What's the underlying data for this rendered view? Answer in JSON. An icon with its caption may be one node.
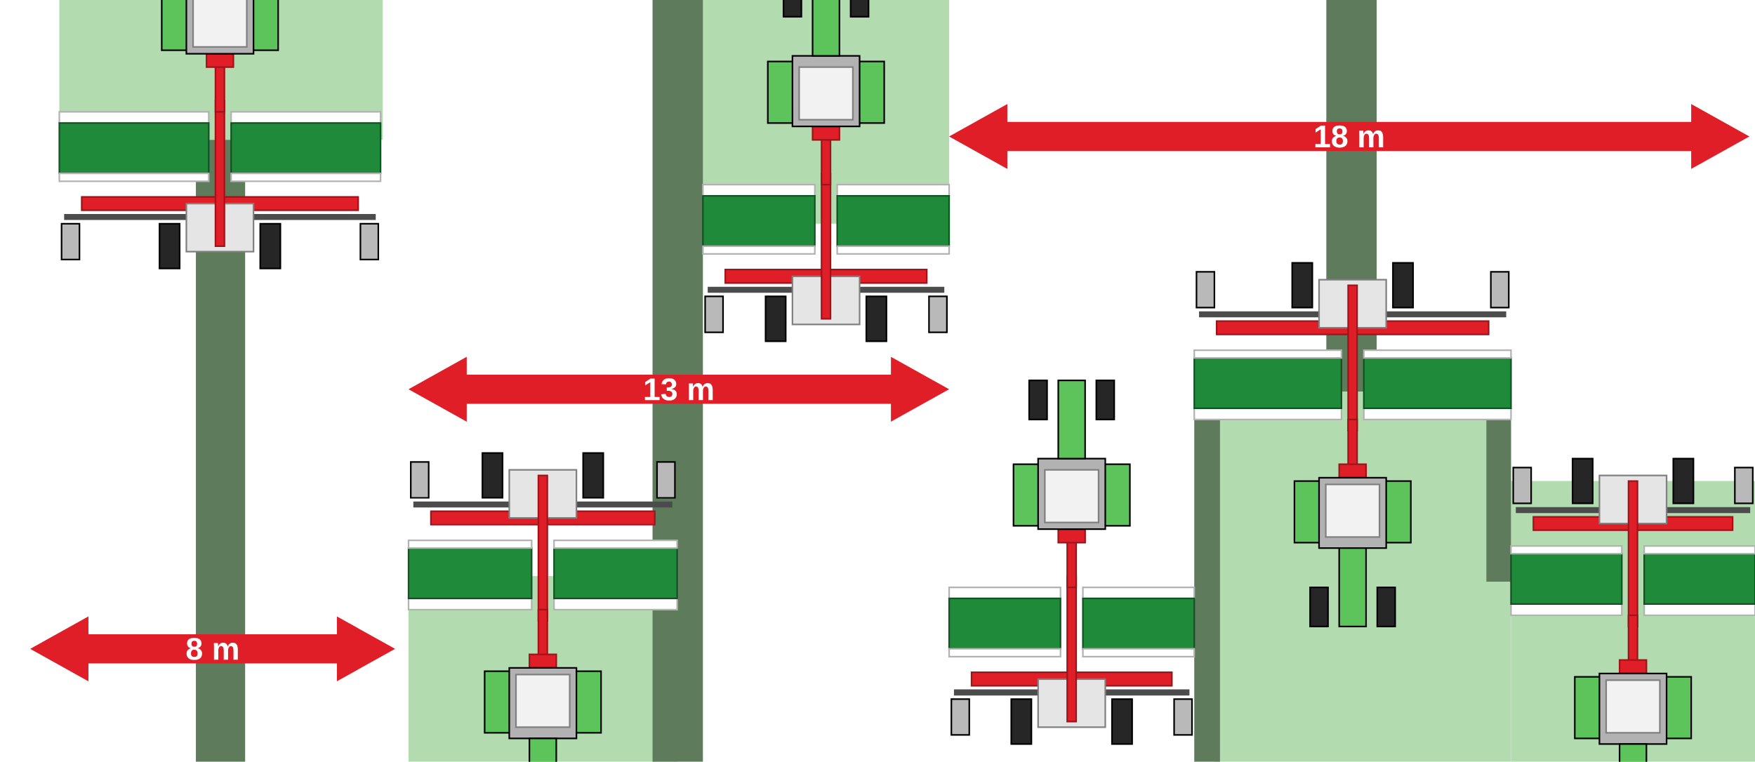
{
  "diagram": {
    "labels": [
      "18 m",
      "13 m",
      "8 m"
    ]
  }
}
